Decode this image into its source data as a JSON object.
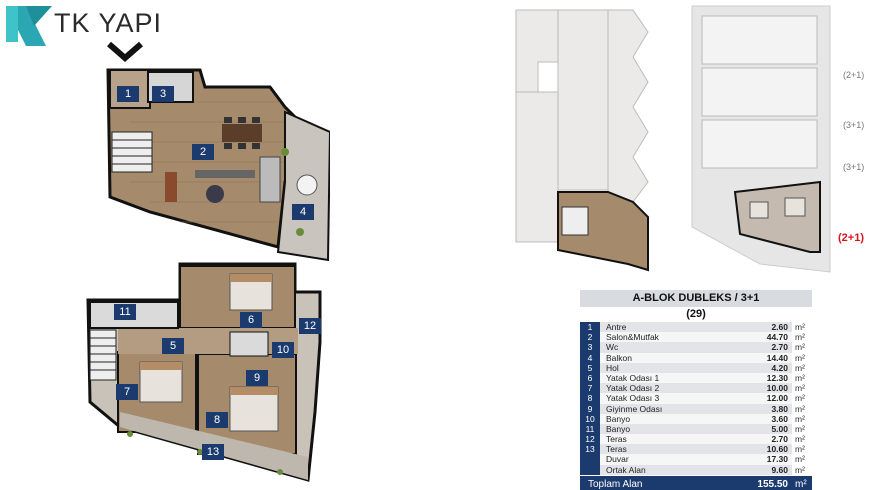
{
  "brand": {
    "name": "TK YAPI"
  },
  "side_labels": {
    "l1": "(2+1)",
    "l2": "(3+1)",
    "l3": "(3+1)",
    "active": "(2+1)"
  },
  "table": {
    "title": "A-BLOK DUBLEKS  / 3+1",
    "subtitle": "(29)",
    "rows": [
      {
        "no": "1",
        "name": "Antre",
        "value": "2.60",
        "unit": "m²"
      },
      {
        "no": "2",
        "name": "Salon&Mutfak",
        "value": "44.70",
        "unit": "m²"
      },
      {
        "no": "3",
        "name": "Wc",
        "value": "2.70",
        "unit": "m²"
      },
      {
        "no": "4",
        "name": "Balkon",
        "value": "14.40",
        "unit": "m²"
      },
      {
        "no": "5",
        "name": "Hol",
        "value": "4.20",
        "unit": "m²"
      },
      {
        "no": "6",
        "name": "Yatak Odası 1",
        "value": "12.30",
        "unit": "m²"
      },
      {
        "no": "7",
        "name": "Yatak Odası 2",
        "value": "10.00",
        "unit": "m²"
      },
      {
        "no": "8",
        "name": "Yatak Odası 3",
        "value": "12.00",
        "unit": "m²"
      },
      {
        "no": "9",
        "name": "Giyinme Odası",
        "value": "3.80",
        "unit": "m²"
      },
      {
        "no": "10",
        "name": "Banyo",
        "value": "3.60",
        "unit": "m²"
      },
      {
        "no": "11",
        "name": "Banyo",
        "value": "5.00",
        "unit": "m²"
      },
      {
        "no": "12",
        "name": "Teras",
        "value": "2.70",
        "unit": "m²"
      },
      {
        "no": "13",
        "name": "Teras",
        "value": "10.60",
        "unit": "m²"
      },
      {
        "no": "",
        "name": "Duvar",
        "value": "17.30",
        "unit": "m²"
      },
      {
        "no": "",
        "name": "Ortak Alan",
        "value": "9.60",
        "unit": "m²"
      }
    ],
    "total": {
      "label": "Toplam Alan",
      "value": "155.50",
      "unit": "m²"
    }
  },
  "upper_plan_rooms": [
    "1",
    "2",
    "3",
    "4"
  ],
  "lower_plan_rooms": [
    "5",
    "6",
    "7",
    "8",
    "9",
    "10",
    "11",
    "12",
    "13"
  ],
  "colors": {
    "brand_navy": "#1b3b6f",
    "logo_teal": "#2aa7b3",
    "active_red": "#d8141b"
  }
}
